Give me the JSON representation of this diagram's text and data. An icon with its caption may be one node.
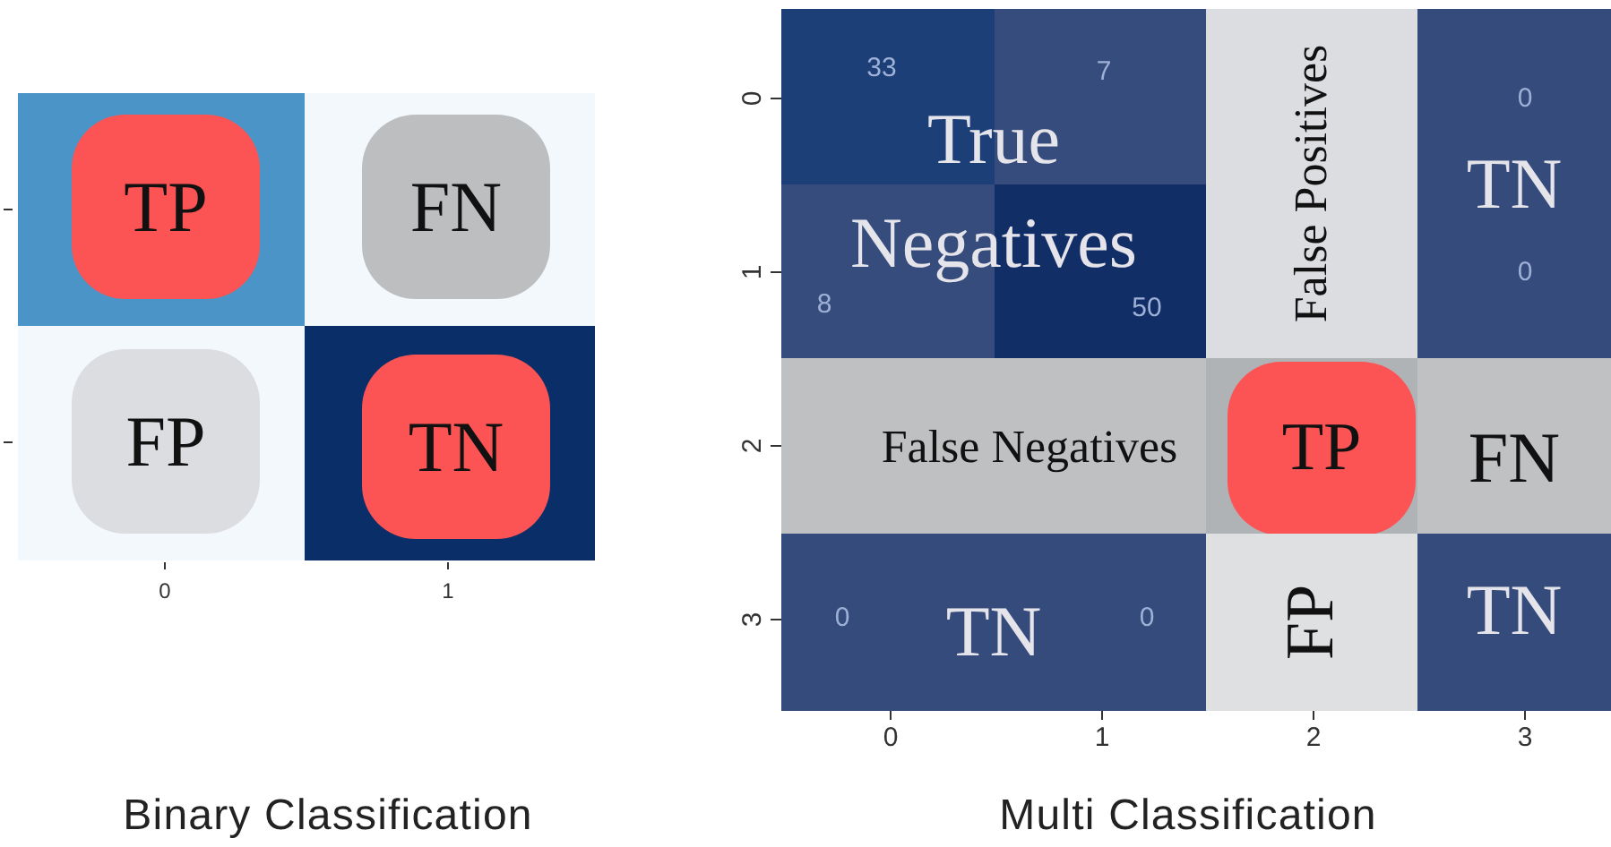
{
  "diagram": {
    "nodes": [
      {
        "text": [
          "TP"
        ]
      },
      {
        "text": [
          "FN"
        ]
      },
      {
        "text": [
          "FP"
        ]
      },
      {
        "text": [
          "TN"
        ]
      },
      {
        "text": [
          "True Negatives"
        ]
      },
      {
        "text": [
          "False Positives"
        ]
      },
      {
        "text": [
          "TN"
        ]
      },
      {
        "text": [
          "False Negatives"
        ]
      },
      {
        "text": [
          "TP"
        ]
      },
      {
        "text": [
          "FN"
        ]
      },
      {
        "text": [
          "TN"
        ]
      },
      {
        "text": [
          "FP"
        ]
      },
      {
        "text": [
          "TN"
        ]
      }
    ],
    "labels": [
      "0",
      "1",
      "Binary Classification",
      "0",
      "1",
      "2",
      "3",
      "33",
      "7",
      "0",
      "8",
      "50",
      "0",
      "0",
      "0",
      "0",
      "1",
      "2",
      "3",
      "Multi Classification"
    ]
  }
}
